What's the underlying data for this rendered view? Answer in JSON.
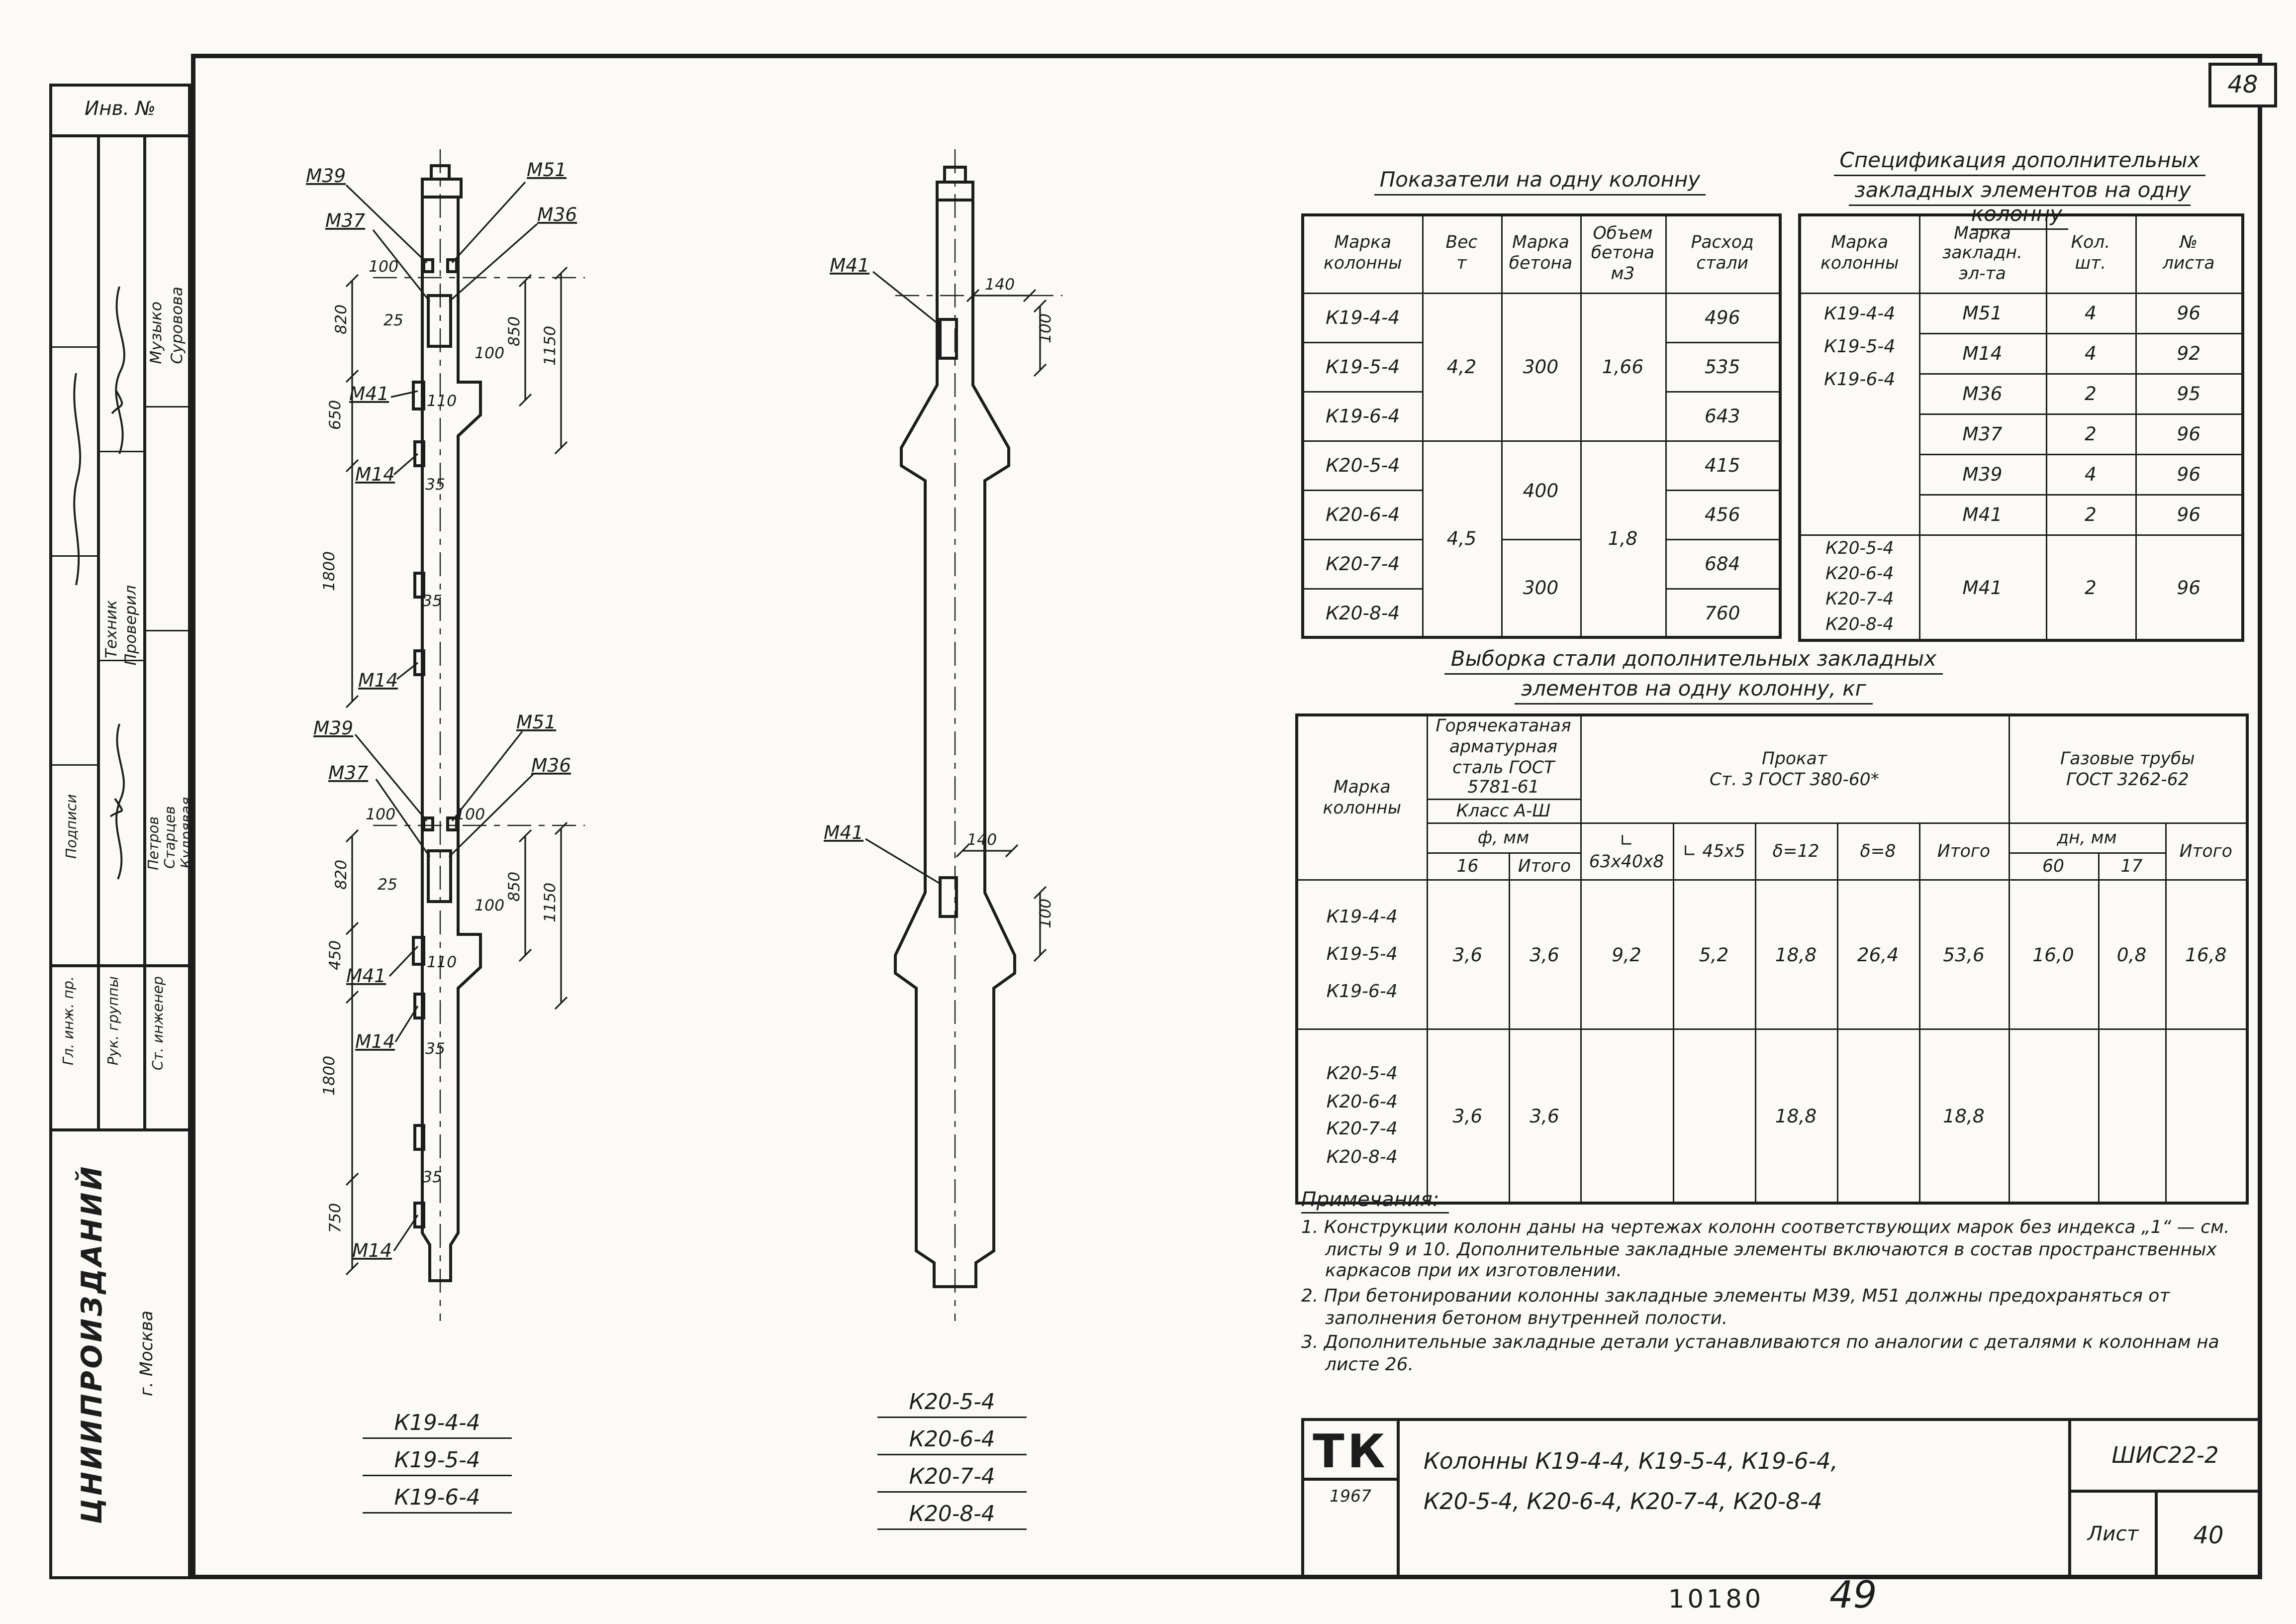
{
  "page": {
    "corner_number": "48",
    "doc_number": "10180",
    "page_number": "49"
  },
  "stamp": {
    "inv_label": "Инв. №",
    "sig_names": [
      "Музыко",
      "Суровова"
    ],
    "roles_mid": [
      "Техник",
      "Проверил"
    ],
    "names_mid": [
      "Петров",
      "Старцев",
      "Кудрявая"
    ],
    "col_label": "Подписи",
    "roles_bottom": [
      "Гл. инж. пр.",
      "Рук. группы",
      "Ст. инженер"
    ],
    "org": "ЦНИИПРОИЗДАНИЙ",
    "city": "г. Москва"
  },
  "table1": {
    "title": "Показатели на одну колонну",
    "headers": [
      "Марка\nколонны",
      "Вес\nт",
      "Марка\nбетона",
      "Объем\nбетона\nм3",
      "Расход\nстали"
    ],
    "rows": [
      {
        "mark": "К19-4-4",
        "steel": "496"
      },
      {
        "mark": "К19-5-4",
        "steel": "535"
      },
      {
        "mark": "К19-6-4",
        "steel": "643"
      },
      {
        "mark": "К20-5-4",
        "steel": "415"
      },
      {
        "mark": "К20-6-4",
        "steel": "456"
      },
      {
        "mark": "К20-7-4",
        "steel": "684"
      },
      {
        "mark": "К20-8-4",
        "steel": "760"
      }
    ],
    "k19_weight": "4,2",
    "k19_concrete": "300",
    "k19_volume": "1,66",
    "k20_weight": "4,5",
    "k20_concrete_a": "400",
    "k20_concrete_b": "300",
    "k20_volume": "1,8"
  },
  "table2": {
    "title_line1": "Спецификация дополнительных",
    "title_line2": "закладных элементов на одну колонну",
    "headers": [
      "Марка\nколонны",
      "Марка\nзакладн.\nэл-та",
      "Кол.\nшт.",
      "№\nлиста"
    ],
    "group1_marks": "К19-4-4\nК19-5-4\nК19-6-4",
    "group1_rows": [
      {
        "element": "М51",
        "qty": "4",
        "sheet": "96"
      },
      {
        "element": "М14",
        "qty": "4",
        "sheet": "92"
      },
      {
        "element": "М36",
        "qty": "2",
        "sheet": "95"
      },
      {
        "element": "М37",
        "qty": "2",
        "sheet": "96"
      },
      {
        "element": "М39",
        "qty": "4",
        "sheet": "96"
      },
      {
        "element": "М41",
        "qty": "2",
        "sheet": "96"
      }
    ],
    "group2_marks": "К20-5-4\nК20-6-4\nК20-7-4\nК20-8-4",
    "group2_row": {
      "element": "М41",
      "qty": "2",
      "sheet": "96"
    }
  },
  "table3": {
    "title_line1": "Выборка стали дополнительных закладных",
    "title_line2": "элементов на одну колонну, кг",
    "headers": {
      "mark": "Марка\nколонны",
      "rebar_group": "Горячекатаная\nарматурная\nсталь ГОСТ 5781-61",
      "rebar_class": "Класс А-Ш",
      "dia": "ф, мм",
      "dia_16": "16",
      "itogo_rebar": "Итого",
      "rolled_group": "Прокат\nСт. 3    ГОСТ 380-60*",
      "angle_1": "∟ 63х40х8",
      "angle_2": "∟ 45х5",
      "delta_12": "δ=12",
      "delta_8": "δ=8",
      "itogo_rolled": "Итого",
      "pipes_group": "Газовые трубы\nГОСТ 3262-62",
      "dn": "дн, мм",
      "dn_60": "60",
      "dn_17": "17",
      "itogo_pipes": "Итого"
    },
    "group1": {
      "marks": "К19-4-4\nК19-5-4\nК19-6-4",
      "values": [
        "3,6",
        "3,6",
        "9,2",
        "5,2",
        "18,8",
        "26,4",
        "53,6",
        "16,0",
        "0,8",
        "16,8"
      ]
    },
    "group2": {
      "marks": "К20-5-4\nК20-6-4\nК20-7-4\nК20-8-4",
      "values": [
        "3,6",
        "3,6",
        "",
        "",
        "18,8",
        "",
        "18,8",
        "",
        "",
        ""
      ]
    }
  },
  "notes": {
    "title": "Примечания:",
    "items": [
      "1. Конструкции колонн даны на чертежах колонн соответствующих марок без индекса „1“ — см. листы 9 и 10. Дополнительные закладные элементы включаются в состав пространственных каркасов при их изготовлении.",
      "2. При бетонировании колонны закладные элементы М39, М51 должны предохраняться от заполнения бетоном внутренней полости.",
      "3. Дополнительные закладные детали устанавливаются по аналогии с деталями к колоннам на листе 26."
    ]
  },
  "titleblock": {
    "logo": "ТК",
    "year": "1967",
    "title_line1": "Колонны К19-4-4,  К19-5-4,  К19-6-4,",
    "title_line2": "К20-5-4,  К20-6-4,  К20-7-4,  К20-8-4",
    "code": "ШИС22-2",
    "sheet_label": "Лист",
    "sheet_number": "40"
  },
  "k19_marks_list": [
    "К19-4-4",
    "К19-5-4",
    "К19-6-4"
  ],
  "k20_marks_list": [
    "К20-5-4",
    "К20-6-4",
    "К20-7-4",
    "К20-8-4"
  ],
  "k19": {
    "labels": {
      "m39_top": "М39",
      "m51_top": "М51",
      "m37_top": "М37",
      "m36_top": "М36",
      "m41_top": "М41",
      "m14_a": "М14",
      "m14_b": "М14",
      "m39_bot": "М39",
      "m51_bot": "М51",
      "m37_bot": "М37",
      "m36_bot": "М36",
      "m41_bot": "М41",
      "m14_c": "М14",
      "m14_d": "М14"
    },
    "dims": {
      "d100_t": "100",
      "d25_t": "25",
      "d850_t": "850",
      "d1150_t": "1150",
      "d100_tr": "100",
      "d820_t": "820",
      "d650": "650",
      "d1800_t": "1800",
      "d110_t": "110",
      "d35_a": "35",
      "d35_b": "35",
      "d100_b1": "100",
      "d100_b2": "100",
      "d25_b": "25",
      "d850_b": "850",
      "d1150_b": "1150",
      "d100_br": "100",
      "d820_b": "820",
      "d450": "450",
      "d1800_b": "1800",
      "d110_b": "110",
      "d35_c": "35",
      "d35_d": "35",
      "d750": "750"
    }
  },
  "k20": {
    "labels": {
      "m41_top": "М41",
      "m41_bot": "М41"
    },
    "dims": {
      "d140_t": "140",
      "d100_t": "100",
      "d140_b": "140",
      "d100_b": "100"
    }
  }
}
